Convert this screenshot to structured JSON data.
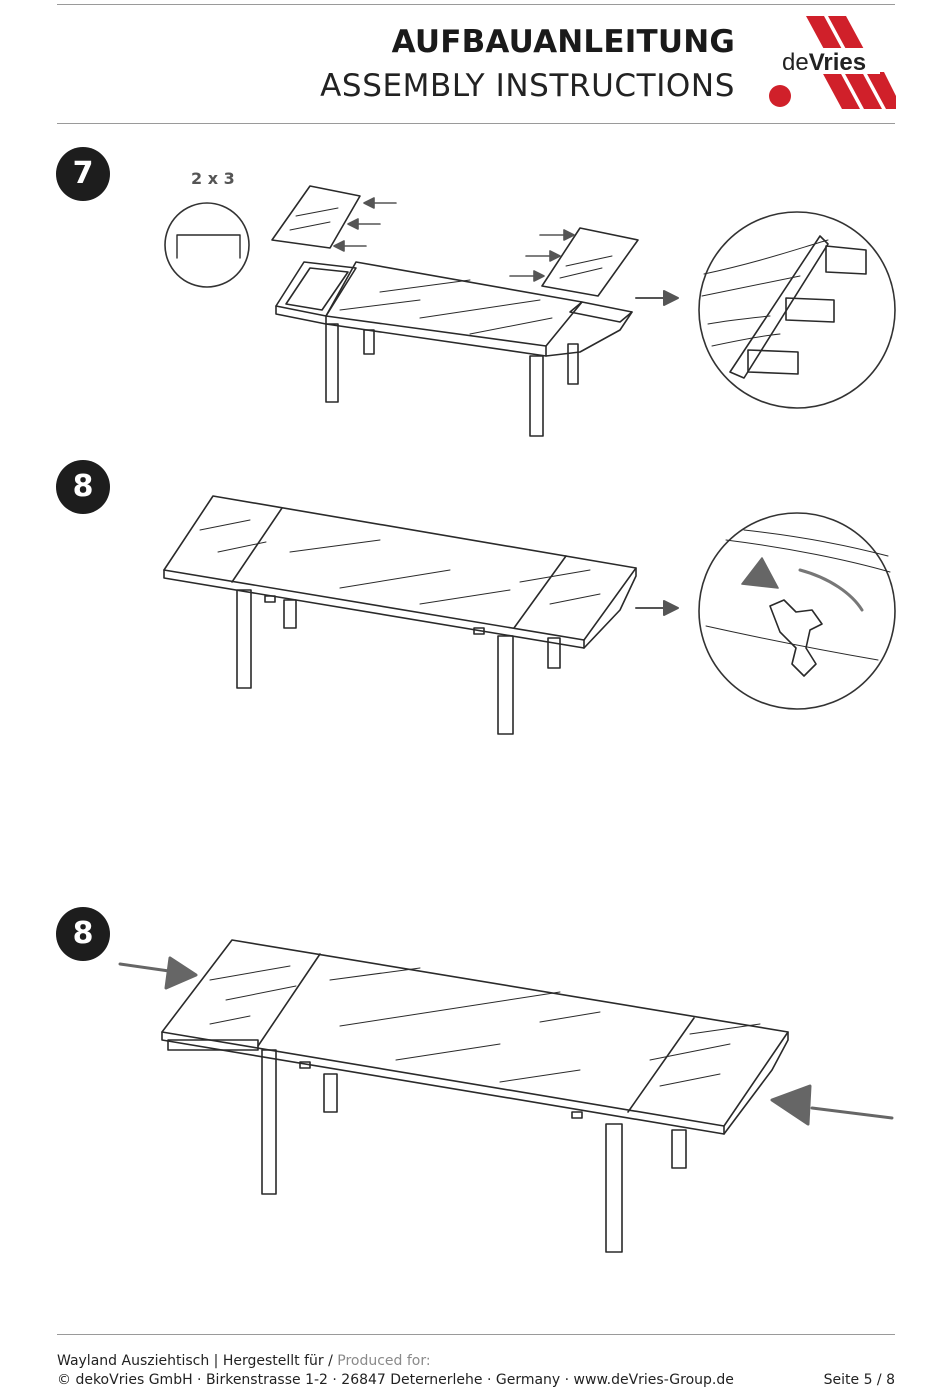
{
  "header": {
    "title_de": "AUFBAUANLEITUNG",
    "title_en": "ASSEMBLY INSTRUCTIONS",
    "logo_text": "deVries",
    "logo_colors": {
      "red": "#d0202a",
      "dark": "#222222"
    }
  },
  "steps": [
    {
      "number": "7",
      "quantity": "2 x 3"
    },
    {
      "number": "8"
    },
    {
      "number": "8"
    }
  ],
  "footer": {
    "product": "Wayland Ausziehtisch | Hergestellt für /",
    "produced_for": "Produced for:",
    "company_line": "© dekoVries GmbH · Birkenstrasse 1-2 · 26847 Deternerlehe · Germany · www.deVries-Group.de",
    "page": "Seite 5 / 8"
  }
}
